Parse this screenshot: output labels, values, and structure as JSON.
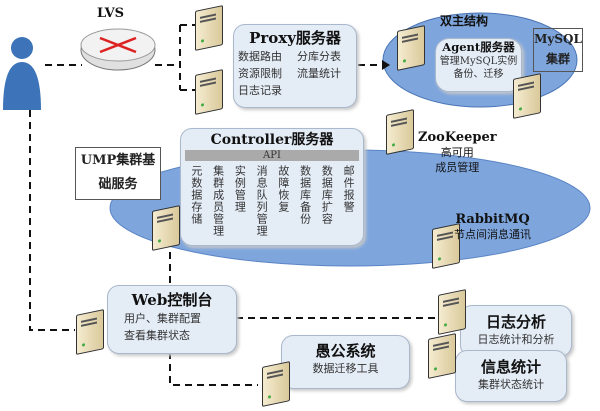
{
  "lvs": {
    "label": "LVS"
  },
  "proxy": {
    "title": "Proxy服务器",
    "items": [
      "数据路由",
      "分库分表",
      "资源限制",
      "流量统计",
      "日志记录"
    ]
  },
  "mysql": {
    "group_label": "双主结构",
    "agent_title": "Agent服务器",
    "agent_lines": [
      "管理MySQL实例",
      "备份、迁移"
    ],
    "cluster_label": "MySQL集群"
  },
  "controller": {
    "title": "Controller服务器",
    "api": "API",
    "columns": [
      "元数据存储",
      "集群成员管理",
      "实例管理",
      "消息队列管理",
      "故障恢复",
      "数据库备份",
      "数据库扩容",
      "邮件报警"
    ]
  },
  "ump": {
    "label": "UMP集群基础服务"
  },
  "zookeeper": {
    "title": "ZooKeeper",
    "lines": [
      "高可用",
      "成员管理"
    ]
  },
  "rabbitmq": {
    "title": "RabbitMQ",
    "line": "节点间消息通讯"
  },
  "web": {
    "title": "Web控制台",
    "lines": [
      "用户、集群配置",
      "查看集群状态"
    ]
  },
  "yugong": {
    "title": "愚公系统",
    "line": "数据迁移工具"
  },
  "log": {
    "title": "日志分析",
    "line": "日志统计和分析"
  },
  "stats": {
    "title": "信息统计",
    "line": "集群状态统计"
  }
}
